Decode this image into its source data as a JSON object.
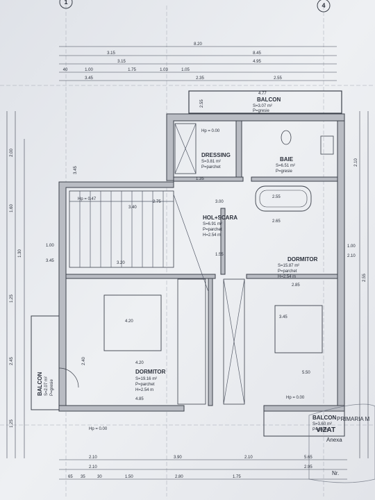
{
  "axes": {
    "left_label": "1",
    "right_label": "4"
  },
  "top_dimensions": {
    "row1": [
      "8.20"
    ],
    "row2": [
      "3.15",
      "8.45"
    ],
    "row3": [
      "3.15",
      "4.95"
    ],
    "row4": [
      "40",
      "1.00",
      "1.75",
      "1.03",
      "1.05",
      "2.35"
    ],
    "row5": [
      "3.45",
      "2.55"
    ]
  },
  "rooms": [
    {
      "name": "BALCON",
      "area": "S=3.07 m²",
      "floor": "P=gresie"
    },
    {
      "name": "DRESSING",
      "area": "S=3.81 m²",
      "floor": "P=parchet"
    },
    {
      "name": "BAIE",
      "area": "S=6.51 m²",
      "floor": "P=gresie"
    },
    {
      "name": "HOL+SCARA",
      "area": "S=6.91 m²",
      "floor": "P=parchet",
      "height": "H=2.54 m"
    },
    {
      "name": "DORMITOR",
      "area": "S=15.87 m²",
      "floor": "P=parchet",
      "height": "H=2.54 m"
    },
    {
      "name": "DORMITOR",
      "area": "S=19.16 m²",
      "floor": "P=parchet",
      "height": "H=2.54 m"
    },
    {
      "name": "BALCON",
      "area": "S=2.07 m²",
      "floor": "P=gresie"
    },
    {
      "name": "BALCON",
      "area": "S=3.60 m²",
      "floor": "P=gresie"
    }
  ],
  "level_marks": [
    "Hp = 0.00",
    "Hp = 0.47",
    "Hp = 0.00",
    "Hp = 0.00"
  ],
  "interior_dimensions": [
    "4.77",
    "2.55",
    "3.40",
    "2.75",
    "1.35",
    "3.00",
    "2.55",
    "1.55",
    "3.20",
    "2.85",
    "4.20",
    "3.45",
    "4.20",
    "4.85",
    "5.50",
    "2.65",
    "1.00",
    "3.45",
    "1.00",
    "2.10"
  ],
  "bottom_dimensions": {
    "row1": [
      "2.10",
      "3.90",
      "2.10",
      "5.65"
    ],
    "row2": [
      "2.10",
      "2.95"
    ],
    "row3": [
      "65",
      "35",
      "30",
      "1.50",
      "2.80",
      "1.75"
    ]
  },
  "side_dimensions": [
    "2.00",
    "3.45",
    "1.60",
    "1.25",
    "1.30",
    "2.45",
    "2.40",
    "1.25",
    "2.55",
    "2.10"
  ],
  "stamp_text": [
    "PRIMARIA M",
    "VIZAT",
    "Anexa",
    "Nr."
  ]
}
